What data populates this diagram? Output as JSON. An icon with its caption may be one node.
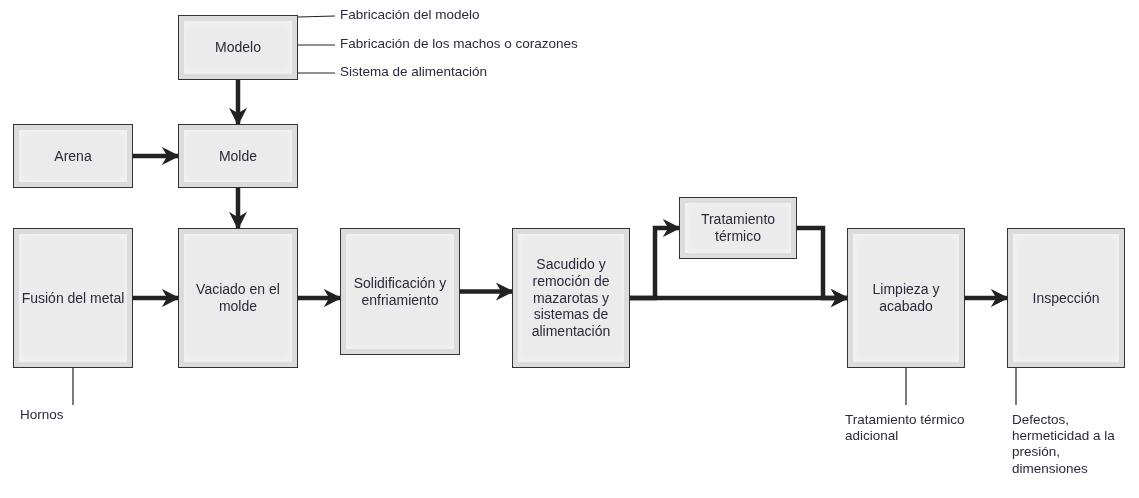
{
  "diagram": {
    "nodes": [
      {
        "text": [
          "Modelo"
        ]
      },
      {
        "text": [
          "Arena"
        ]
      },
      {
        "text": [
          "Molde"
        ]
      },
      {
        "text": [
          "Fusión del metal"
        ]
      },
      {
        "text": [
          "Vaciado en el molde"
        ]
      },
      {
        "text": [
          "Solidificación y enfriamiento"
        ]
      },
      {
        "text": [
          "Sacudido y remoción de mazarotas y sistemas de alimentación"
        ]
      },
      {
        "text": [
          "Tratamiento térmico"
        ]
      },
      {
        "text": [
          "Limpieza y acabado"
        ]
      },
      {
        "text": [
          "Inspección"
        ]
      },
      {
        "text": [
          "Fabricación del modelo"
        ]
      },
      {
        "text": [
          "Fabricación de los machos o corazones"
        ]
      },
      {
        "text": [
          "Sistema de alimentación"
        ]
      },
      {
        "text": [
          "Hornos"
        ]
      },
      {
        "text": [
          "Tratamiento térmico adicional"
        ]
      },
      {
        "text": [
          "Defectos, hermeticidad a la presión, dimensiones"
        ]
      }
    ],
    "edges": [
      {
        "from": 0,
        "to": 2,
        "arrow": "to"
      },
      {
        "from": 1,
        "to": 2,
        "arrow": "to"
      },
      {
        "from": 2,
        "to": 4,
        "arrow": "to"
      },
      {
        "from": 3,
        "to": 4,
        "arrow": "to"
      },
      {
        "from": 4,
        "to": 5,
        "arrow": "to"
      },
      {
        "from": 5,
        "to": 6,
        "arrow": "to"
      },
      {
        "from": 6,
        "to": 7,
        "arrow": "to"
      },
      {
        "from": 6,
        "to": 8,
        "arrow": "to"
      },
      {
        "from": 7,
        "to": 8,
        "arrow": "to"
      },
      {
        "from": 8,
        "to": 9,
        "arrow": "to"
      },
      {
        "from": 10,
        "to": 0,
        "arrow": "none"
      },
      {
        "from": 11,
        "to": 0,
        "arrow": "none"
      },
      {
        "from": 12,
        "to": 0,
        "arrow": "none"
      },
      {
        "from": 13,
        "to": 3,
        "arrow": "none"
      },
      {
        "from": 14,
        "to": 8,
        "arrow": "none"
      },
      {
        "from": 15,
        "to": 9,
        "arrow": "none"
      }
    ]
  }
}
